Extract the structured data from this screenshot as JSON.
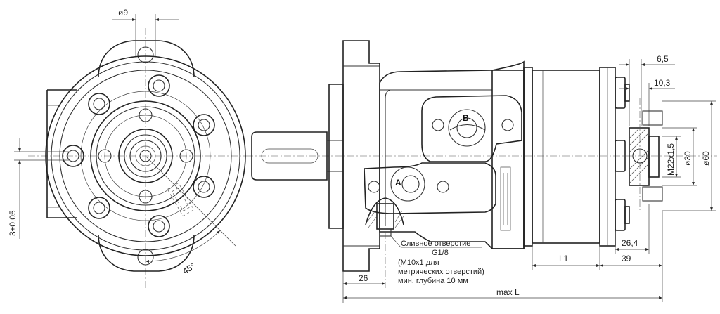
{
  "dimensions": {
    "d9": "ø9",
    "offset": "3±0,05",
    "angle": "45°",
    "d65": "6,5",
    "d103": "10,3",
    "m22": "M22x1,5",
    "d30": "ø30",
    "d60": "ø60",
    "d264": "26,4",
    "d39": "39",
    "L1": "L1",
    "d26": "26",
    "maxL": "max L"
  },
  "ports": {
    "A": "A",
    "B": "B"
  },
  "notes": {
    "drain_line1": "Сливное отверстие",
    "drain_line2": "G1/8",
    "metric_line1": "(M10x1 для",
    "metric_line2": "метрических отверстий)",
    "metric_line3": "мин. глубина 10 мм"
  }
}
